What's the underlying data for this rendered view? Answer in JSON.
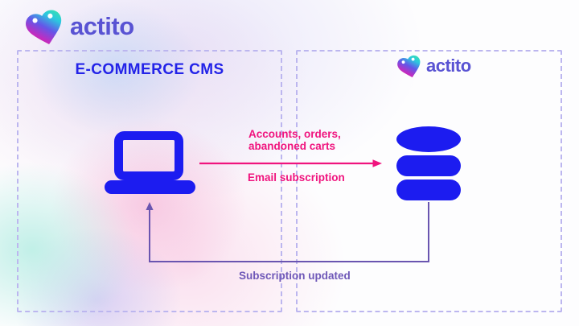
{
  "header": {
    "logo": {
      "brand": "actito"
    }
  },
  "diagram": {
    "left_box": {
      "title": "E-COMMERCE CMS"
    },
    "right_box": {
      "logo_brand": "actito"
    },
    "forward_flow": {
      "label_top_line1": "Accounts, orders,",
      "label_top_line2": "abandoned carts",
      "label_bottom": "Email subscription"
    },
    "return_flow": {
      "label": "Subscription updated"
    }
  },
  "colors": {
    "primary_blue": "#1c1cf0",
    "title_blue": "#2323e8",
    "accent_pink": "#f0147e",
    "arrow_purple": "#6a55b0",
    "label_purple": "#6f58b8",
    "dashed_border": "#bcb6ef",
    "brand_indigo": "#5953d3",
    "heart_gradient": [
      "#ed127f",
      "#c32bbf",
      "#6456e8",
      "#2bc8e0",
      "#3ce9a2"
    ]
  },
  "icons": {
    "brand_heart": "actito-heart-icon",
    "laptop": "laptop-icon",
    "database": "database-icon",
    "forward_arrow": "forward-arrow",
    "return_arrow": "return-arrow"
  }
}
